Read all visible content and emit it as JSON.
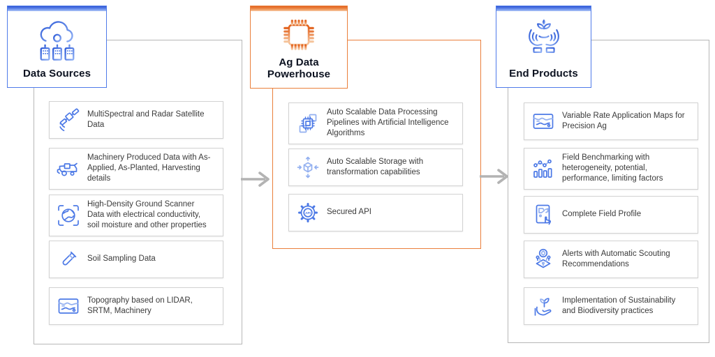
{
  "palette": {
    "blue_accent": "#4f7bea",
    "blue_icon": "#4c79e6",
    "blue_light": "#93b0f0",
    "orange_accent": "#ea7f3b",
    "container_border": "#b7b7b7",
    "card_border": "#d2d2d2",
    "arrow_gray": "#b3b3b3",
    "text": "#3a3a3a",
    "title": "#0c1220"
  },
  "columns": [
    {
      "title": "Data Sources",
      "icon": "cloud-servers-icon",
      "accent": "blue",
      "items": [
        {
          "icon": "satellite-icon",
          "label": "MultiSpectral and Radar Satellite Data"
        },
        {
          "icon": "harvester-machinery-icon",
          "label": "Machinery Produced Data with As-Applied, As-Planted, Harvesting details"
        },
        {
          "icon": "ground-scanner-globe-icon",
          "label": "High-Density Ground Scanner Data with electrical conductivity, soil moisture and other properties"
        },
        {
          "icon": "soil-sample-tube-icon",
          "label": "Soil Sampling Data"
        },
        {
          "icon": "topography-map-icon",
          "label": "Topography based on LIDAR, SRTM, Machinery"
        }
      ]
    },
    {
      "title": "Ag Data Powerhouse",
      "icon": "processor-chip-icon",
      "accent": "orange",
      "items": [
        {
          "icon": "ai-pipelines-chip-icon",
          "label": "Auto Scalable Data Processing Pipelines with Artificial Intelligence Algorithms"
        },
        {
          "icon": "scalable-storage-cube-icon",
          "label": "Auto Scalable Storage with transformation capabilities"
        },
        {
          "icon": "secured-api-gear-icon",
          "label": "Secured API"
        }
      ]
    },
    {
      "title": "End Products",
      "icon": "hands-plant-icon",
      "accent": "blue",
      "items": [
        {
          "icon": "vra-map-icon",
          "label": "Variable Rate Application Maps for Precision Ag"
        },
        {
          "icon": "benchmark-chart-icon",
          "label": "Field Benchmarking with heterogeneity, potential, performance, limiting factors"
        },
        {
          "icon": "field-profile-icon",
          "label": "Complete Field Profile"
        },
        {
          "icon": "scouting-alerts-icon",
          "label": "Alerts with Automatic Scouting Recommendations"
        },
        {
          "icon": "sustainability-hand-icon",
          "label": "Implementation of Sustainability and Biodiversity practices"
        }
      ]
    }
  ],
  "api_label": "API"
}
